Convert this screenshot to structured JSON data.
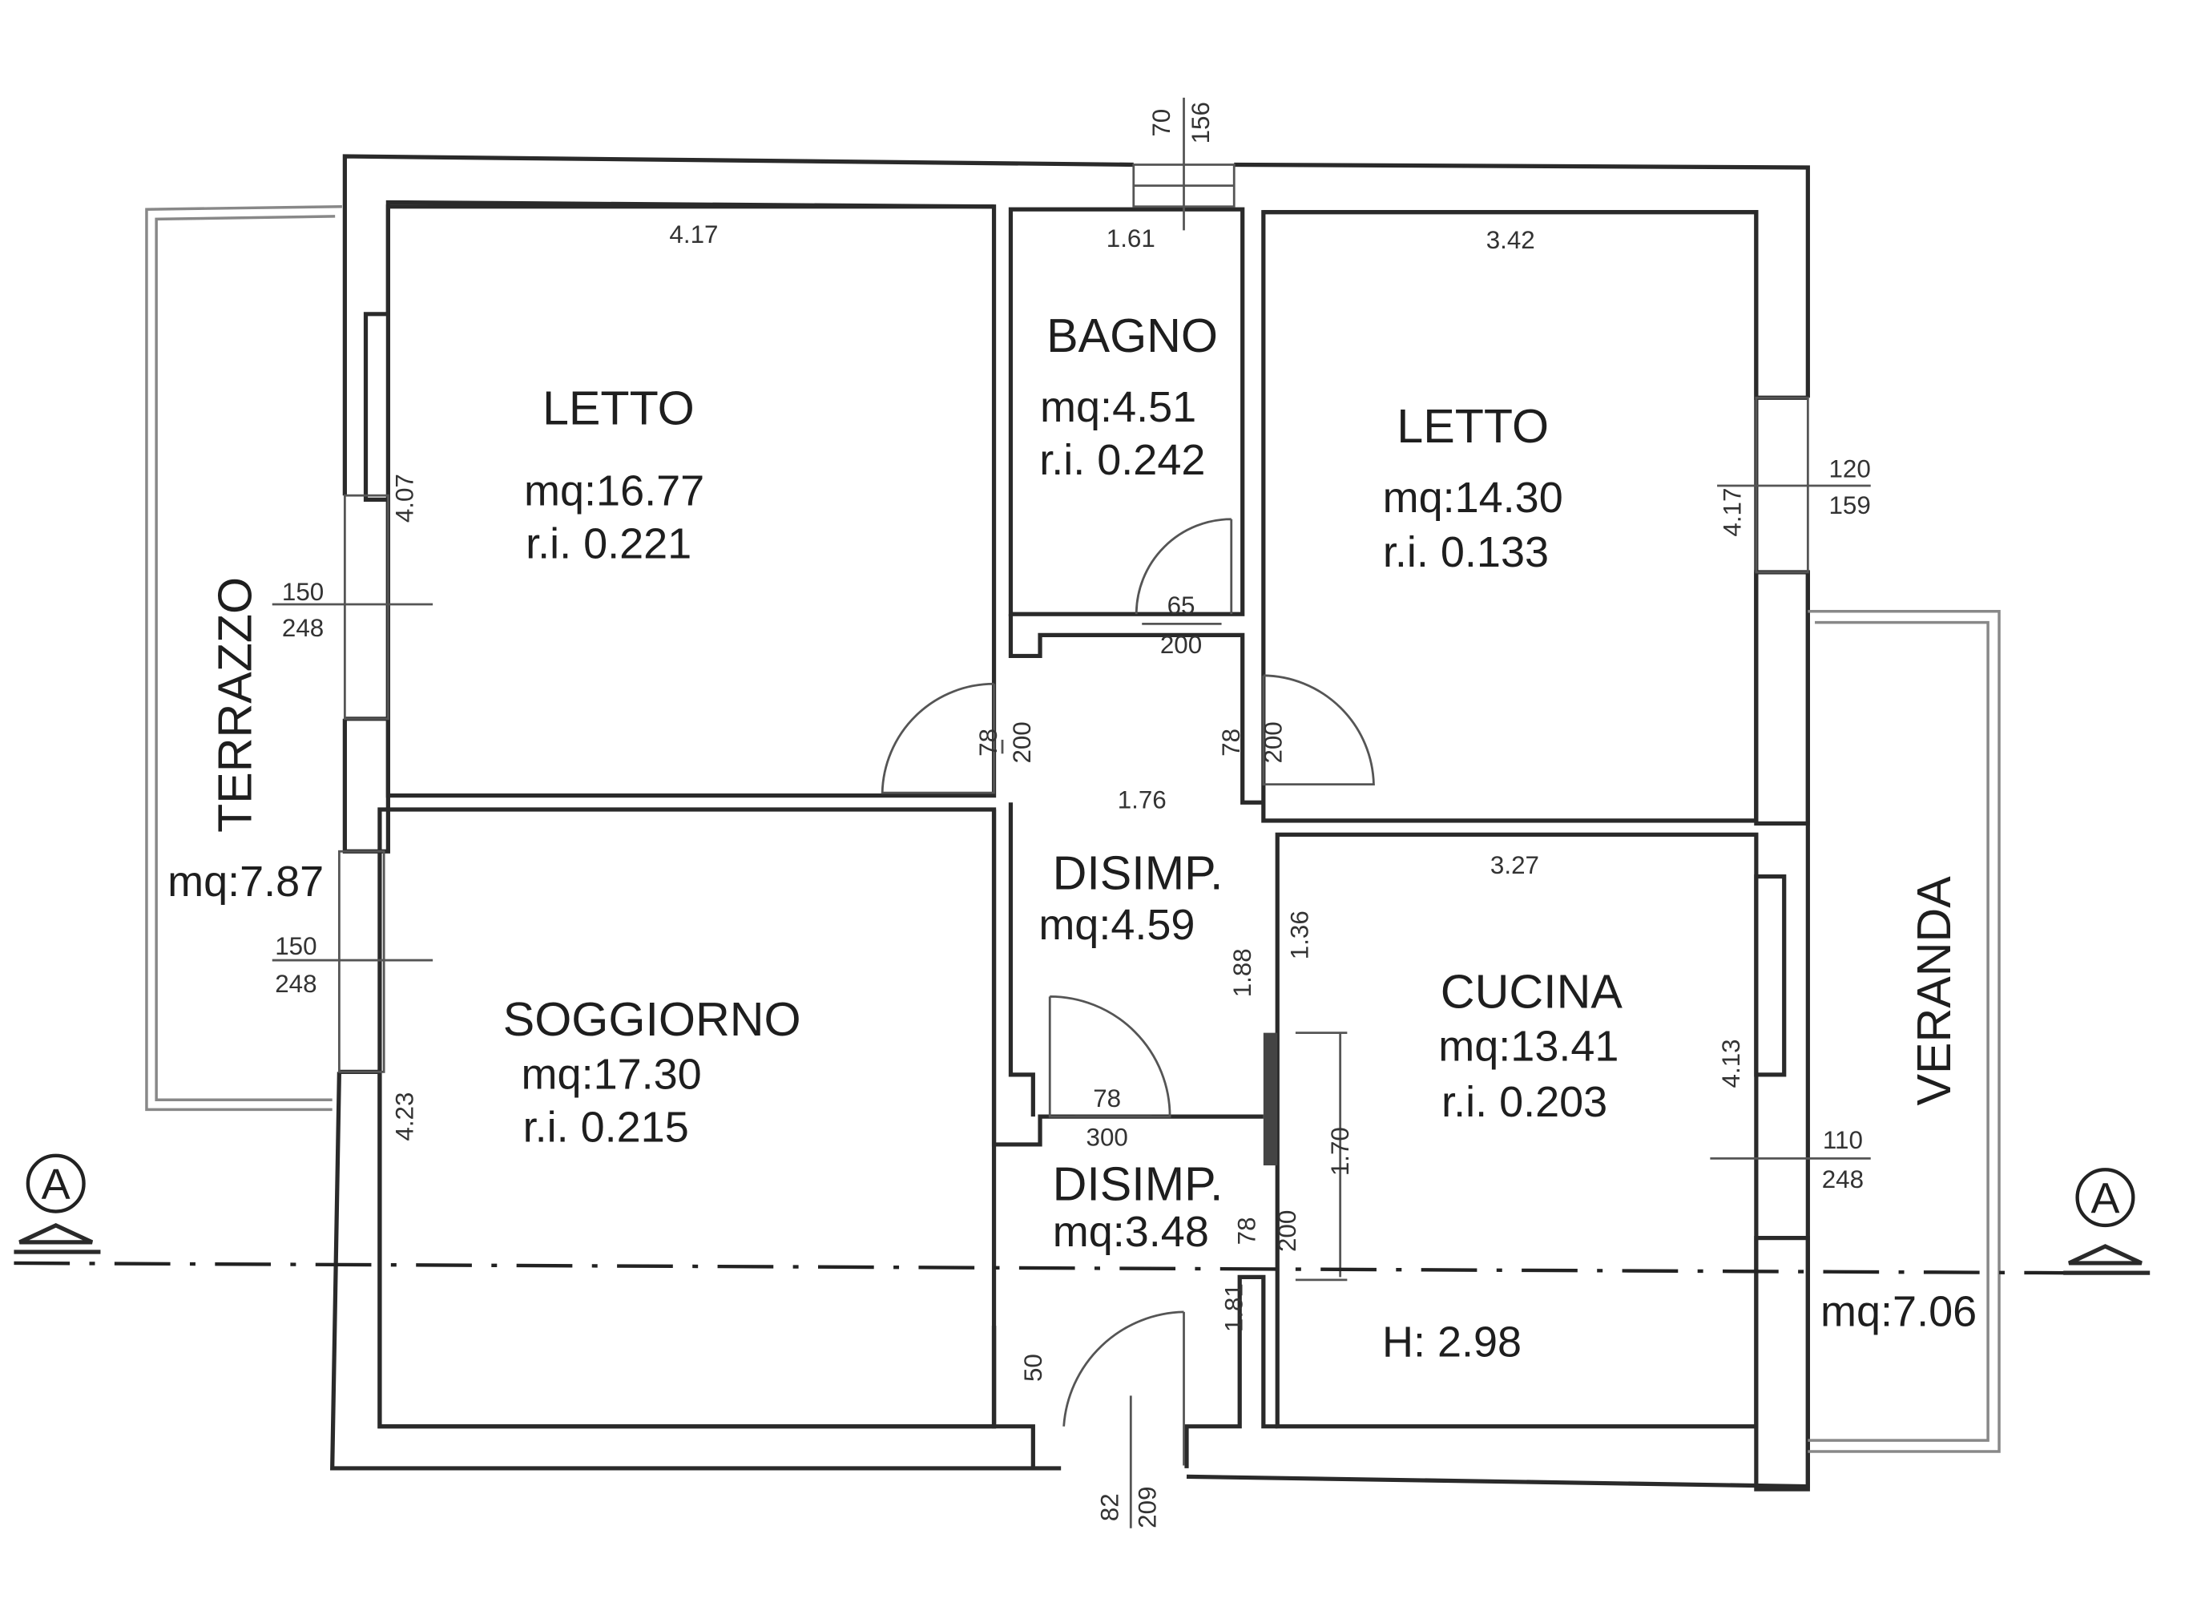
{
  "rooms": {
    "letto1": {
      "name": "LETTO",
      "area": "mq:16.77",
      "ri": "r.i. 0.221"
    },
    "bagno": {
      "name": "BAGNO",
      "area": "mq:4.51",
      "ri": "r.i. 0.242"
    },
    "letto2": {
      "name": "LETTO",
      "area": "mq:14.30",
      "ri": "r.i. 0.133"
    },
    "disimp1": {
      "name": "DISIMP.",
      "area": "mq:4.59"
    },
    "soggiorno": {
      "name": "SOGGIORNO",
      "area": "mq:17.30",
      "ri": "r.i. 0.215"
    },
    "disimp2": {
      "name": "DISIMP.",
      "area": "mq:3.48"
    },
    "cucina": {
      "name": "CUCINA",
      "area": "mq:13.41",
      "ri": "r.i. 0.203"
    },
    "terrazzo": {
      "name": "TERRAZZO",
      "area": "mq:7.87"
    },
    "veranda": {
      "name": "VERANDA",
      "area": "mq:7.06"
    }
  },
  "height_label": "H: 2.98",
  "section_marker": "A",
  "dimensions": {
    "letto1_width": "4.17",
    "bagno_width": "1.61",
    "letto2_width": "3.42",
    "bagno_window_w": "70",
    "bagno_window_h": "156",
    "letto1_depth": "4.07",
    "letto1_window_w": "150",
    "letto1_window_h": "248",
    "sogg_window_w": "150",
    "sogg_window_h": "248",
    "bagno_door_w": "65",
    "bagno_door_h": "200",
    "letto1_door_w": "78",
    "letto1_door_h": "200",
    "letto2_door_w": "78",
    "letto2_door_h": "200",
    "disimp_width": "1.76",
    "cucina_width": "3.27",
    "dim_136": "1.36",
    "dim_188": "1.88",
    "letto2_depth": "4.17",
    "letto2_window_w": "120",
    "letto2_window_h": "159",
    "disimp_door_w": "78",
    "disimp_door_h": "300",
    "dim_170": "1.70",
    "sogg_depth": "4.23",
    "cucina_depth": "4.13",
    "cucina_window_w": "110",
    "cucina_window_h": "248",
    "cucina_door_w": "78",
    "cucina_door_h": "200",
    "dim_181": "1.81",
    "dim_50": "50",
    "entry_door_w": "82",
    "entry_door_h": "209"
  }
}
